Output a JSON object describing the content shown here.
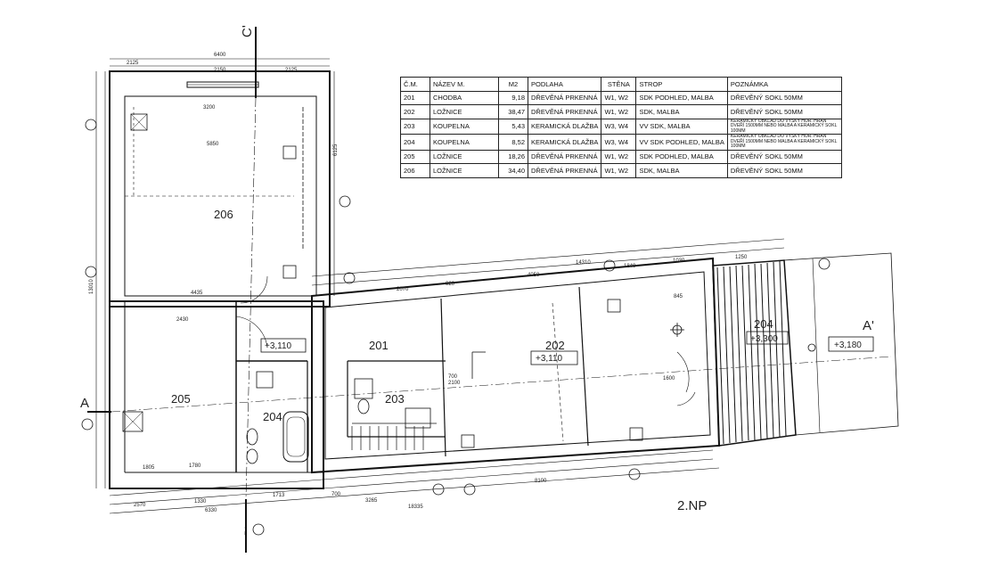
{
  "schedule": {
    "headers": [
      "Č.M.",
      "NÁZEV M.",
      "M2",
      "PODLAHA",
      "STĚNA",
      "STROP",
      "POZNÁMKA"
    ],
    "rows": [
      [
        "201",
        "CHODBA",
        "9,18",
        "DŘEVĚNÁ PRKENNÁ",
        "W1, W2",
        "SDK PODHLED, MALBA",
        "DŘEVĚNÝ SOKL 50MM"
      ],
      [
        "202",
        "LOŽNICE",
        "38,47",
        "DŘEVĚNÁ PRKENNÁ",
        "W1, W2",
        "SDK, MALBA",
        "DŘEVĚNÝ SOKL 50MM"
      ],
      [
        "203",
        "KOUPELNA",
        "5,43",
        "KERAMICKÁ DLAŽBA",
        "W3, W4",
        "VV SDK, MALBA",
        "KERAMICKÝ OBKLAD DO VÝŠKY HOR. HRAN DVEŘÍ 1500MM NEBO MALBA A KERAMICKÝ SOKL 100MM"
      ],
      [
        "204",
        "KOUPELNA",
        "8,52",
        "KERAMICKÁ DLAŽBA",
        "W3, W4",
        "VV SDK PODHLED, MALBA",
        "KERAMICKÝ OBKLAD DO VÝŠKY HOR. HRAN DVEŘÍ 1500MM NEBO MALBA A KERAMICKÝ SOKL 100MM"
      ],
      [
        "205",
        "LOŽNICE",
        "18,26",
        "DŘEVĚNÁ PRKENNÁ",
        "W1, W2",
        "SDK PODHLED, MALBA",
        "DŘEVĚNÝ SOKL 50MM"
      ],
      [
        "206",
        "LOŽNICE",
        "34,40",
        "DŘEVĚNÁ PRKENNÁ",
        "W1, W2",
        "SDK, MALBA",
        "DŘEVĚNÝ SOKL 50MM"
      ]
    ]
  },
  "plan": {
    "floor_label": "2.NP",
    "rooms": {
      "r206": "206",
      "r205": "205",
      "r204": "204",
      "r201": "201",
      "r202": "202",
      "r203": "203",
      "r204b": "204"
    },
    "levels": {
      "l1": "+3,110",
      "l2": "+3,110",
      "l3": "+3,300",
      "l4": "+3,180"
    },
    "sections": {
      "a_left": "A",
      "a_right": "A'",
      "c_top": "C'"
    },
    "dimensions": {
      "d6400": "6400",
      "d2125a": "2125",
      "d2150": "2150",
      "d2125b": "2125",
      "d3200": "3200",
      "d5850": "5850",
      "d13010": "13010",
      "d6125": "6125",
      "d4435": "4435",
      "d2430": "2430",
      "d14310": "14310",
      "d4050": "4050",
      "d1840": "1840",
      "d1030": "1030",
      "d1250": "1250",
      "d2070": "2070",
      "d920": "920",
      "d845": "845",
      "d1805": "1805",
      "d1780": "1780",
      "d1330": "1330",
      "d1713": "1713",
      "d3265": "3265",
      "d700": "700",
      "d6330": "6330",
      "d2570": "2570",
      "d8100": "8100",
      "d18335": "18335",
      "d700b": "700",
      "d2100": "2100",
      "d1600": "1600"
    }
  }
}
